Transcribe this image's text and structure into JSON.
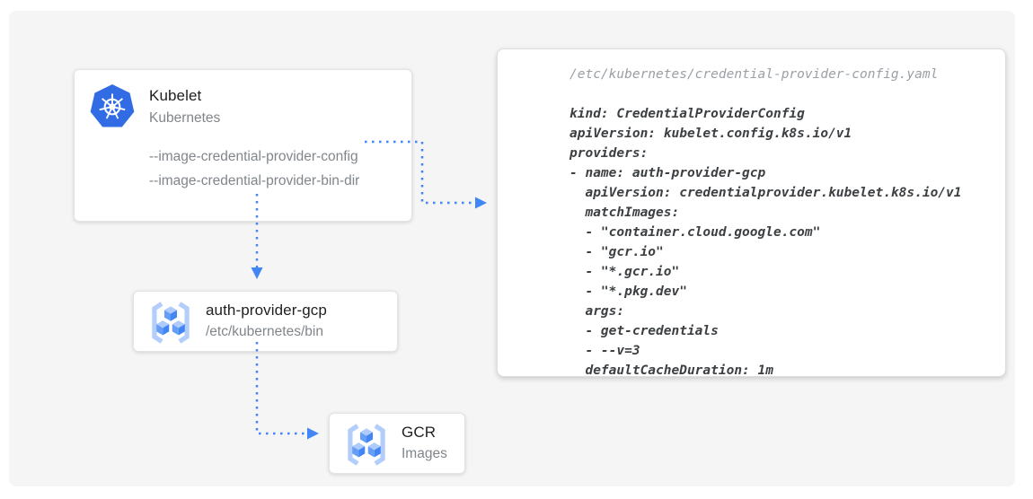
{
  "colors": {
    "accent-blue": "#4285F4",
    "k8s-blue": "#326CE5",
    "canvas-bg": "#F5F5F5",
    "title-text": "#212121",
    "muted-text": "#80868B",
    "code-text": "#3C4043",
    "code-muted": "#9AA0A6"
  },
  "icons": {
    "kubernetes": "kubernetes-helm-wheel",
    "registry": "container-registry-cubes"
  },
  "kubelet_card": {
    "title": "Kubelet",
    "subtitle": "Kubernetes",
    "flags": "--image-credential-provider-config\n--image-credential-provider-bin-dir"
  },
  "auth_card": {
    "title": "auth-provider-gcp",
    "subtitle": "/etc/kubernetes/bin"
  },
  "gcr_card": {
    "title": "GCR",
    "subtitle": "Images"
  },
  "code_panel": {
    "filename": "/etc/kubernetes/credential-provider-config.yaml",
    "lines": [
      "kind: CredentialProviderConfig",
      "apiVersion: kubelet.config.k8s.io/v1",
      "providers:",
      "- name: auth-provider-gcp",
      "  apiVersion: credentialprovider.kubelet.k8s.io/v1",
      "  matchImages:",
      "  - \"container.cloud.google.com\"",
      "  - \"gcr.io\"",
      "  - \"*.gcr.io\"",
      "  - \"*.pkg.dev\"",
      "  args:",
      "  - get-credentials",
      "  - --v=3",
      "  defaultCacheDuration: 1m"
    ]
  }
}
